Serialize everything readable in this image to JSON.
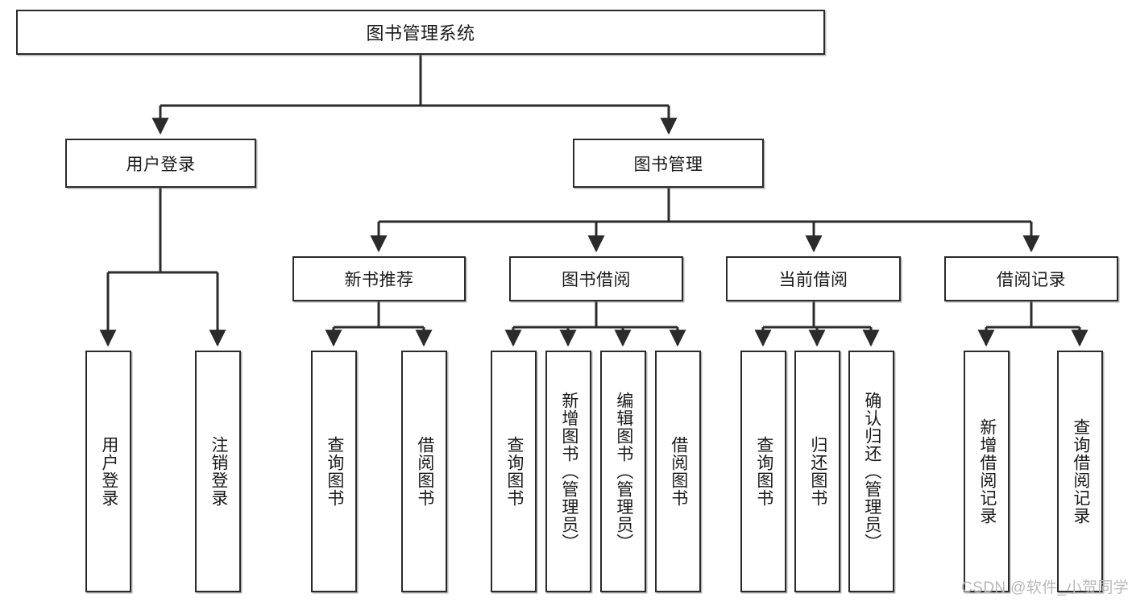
{
  "diagram": {
    "title": "图书管理系统",
    "type": "tree-hierarchy",
    "colors": {
      "box_border": "#2b2b2b",
      "box_fill": "#ffffff",
      "line": "#2b2b2b",
      "text": "#1a1a1a",
      "watermark": "#b9b9b9",
      "background": "#ffffff"
    },
    "root": {
      "label": "图书管理系统"
    },
    "level2": [
      {
        "label": "用户登录"
      },
      {
        "label": "图书管理"
      }
    ],
    "level3": [
      {
        "label": "新书推荐"
      },
      {
        "label": "图书借阅"
      },
      {
        "label": "当前借阅"
      },
      {
        "label": "借阅记录"
      }
    ],
    "leaves": {
      "user_login": [
        {
          "label": "用户登录"
        },
        {
          "label": "注销登录"
        }
      ],
      "new_book": [
        {
          "label": "查询图书"
        },
        {
          "label": "借阅图书"
        }
      ],
      "book_borrow": [
        {
          "label": "查询图书"
        },
        {
          "label": "新增图书（管理员）"
        },
        {
          "label": "编辑图书（管理员）"
        },
        {
          "label": "借阅图书"
        }
      ],
      "current_borrow": [
        {
          "label": "查询图书"
        },
        {
          "label": "归还图书"
        },
        {
          "label": "确认归还（管理员）"
        }
      ],
      "borrow_record": [
        {
          "label": "新增借阅记录"
        },
        {
          "label": "查询借阅记录"
        }
      ]
    },
    "watermark": "CSDN @软件_小贺同学"
  }
}
